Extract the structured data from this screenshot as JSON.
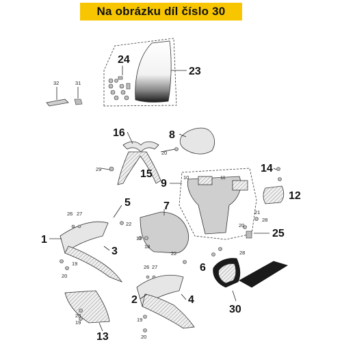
{
  "banner": {
    "title": "Na obrázku díl číslo 30",
    "color": "#f7c600"
  },
  "callouts": {
    "c1": "1",
    "c2": "2",
    "c3": "3",
    "c4": "4",
    "c5": "5",
    "c6": "6",
    "c7": "7",
    "c8": "8",
    "c9": "9",
    "c10": "10",
    "c11": "11",
    "c12": "12",
    "c13": "13",
    "c14": "14",
    "c15": "15",
    "c16": "16",
    "c17": "17",
    "c18": "18",
    "c19": "19",
    "c20": "20",
    "c21": "21",
    "c22": "22",
    "c23": "23",
    "c24": "24",
    "c25": "25",
    "c26": "26",
    "c27": "27",
    "c28": "28",
    "c29": "29",
    "c30": "30",
    "c31": "31",
    "c32": "32"
  },
  "icons": [
    "windshield",
    "fairing-panel",
    "bracket",
    "screw",
    "clip",
    "mirror-cover"
  ]
}
